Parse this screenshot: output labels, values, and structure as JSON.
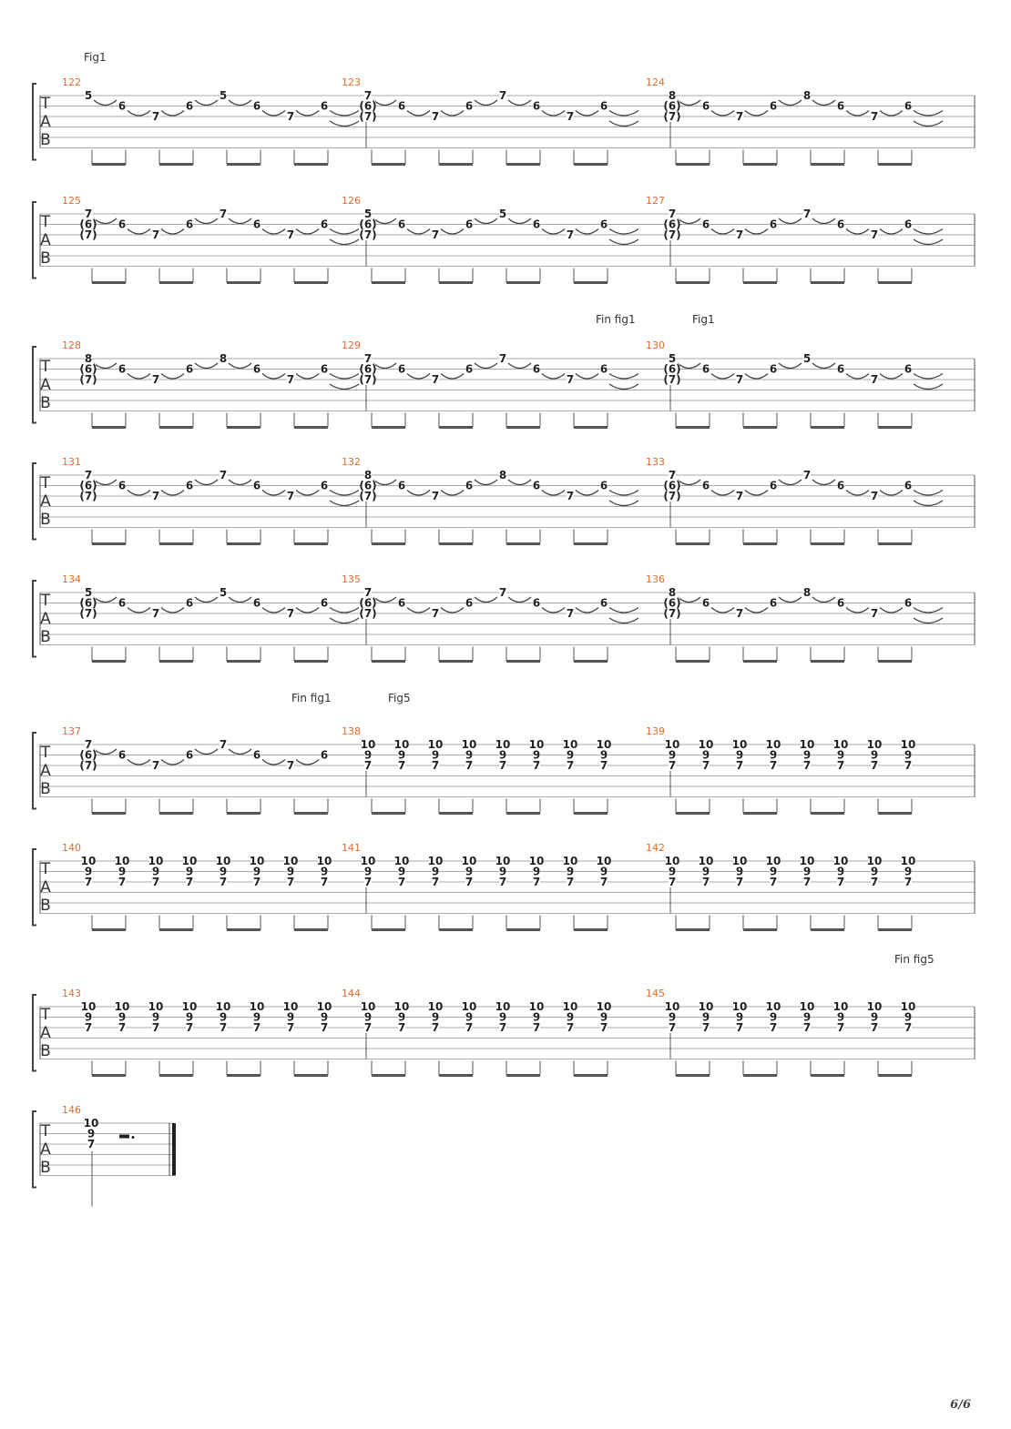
{
  "page": {
    "number": "6/6"
  },
  "tab_letters": [
    "T",
    "A",
    "B"
  ],
  "colors": {
    "measure_number": "#e46a2c",
    "staff_line": "#a8a8a8",
    "text": "#222222"
  },
  "rest_symbol": "half-note-dotted-rest",
  "markers": [
    {
      "text": "Fig1",
      "before_measure": 122
    },
    {
      "text": "Fin fig1",
      "before_measure": 130
    },
    {
      "text": "Fig1",
      "before_measure": 130
    },
    {
      "text": "Fin fig1",
      "before_measure": 138
    },
    {
      "text": "Fig5",
      "before_measure": 138
    },
    {
      "text": "Fin fig5",
      "before_measure": 146
    }
  ],
  "systems": [
    {
      "measures": [
        {
          "number": "122",
          "pattern": "A",
          "top": "5"
        },
        {
          "number": "123",
          "pattern": "A",
          "top": "7",
          "cont": true
        },
        {
          "number": "124",
          "pattern": "A",
          "top": "8",
          "cont": true
        }
      ]
    },
    {
      "measures": [
        {
          "number": "125",
          "pattern": "A",
          "top": "7",
          "cont": true
        },
        {
          "number": "126",
          "pattern": "A",
          "top": "5",
          "cont": true
        },
        {
          "number": "127",
          "pattern": "A",
          "top": "7",
          "cont": true
        }
      ]
    },
    {
      "measures": [
        {
          "number": "128",
          "pattern": "A",
          "top": "8",
          "cont": true
        },
        {
          "number": "129",
          "pattern": "A",
          "top": "7",
          "cont": true
        },
        {
          "number": "130",
          "pattern": "A",
          "top": "5",
          "cont": true
        }
      ]
    },
    {
      "measures": [
        {
          "number": "131",
          "pattern": "A",
          "top": "7",
          "cont": true
        },
        {
          "number": "132",
          "pattern": "A",
          "top": "8",
          "cont": true
        },
        {
          "number": "133",
          "pattern": "A",
          "top": "7",
          "cont": true
        }
      ]
    },
    {
      "measures": [
        {
          "number": "134",
          "pattern": "A",
          "top": "5",
          "cont": true
        },
        {
          "number": "135",
          "pattern": "A",
          "top": "7",
          "cont": true
        },
        {
          "number": "136",
          "pattern": "A",
          "top": "8",
          "cont": true
        }
      ]
    },
    {
      "measures": [
        {
          "number": "137",
          "pattern": "A",
          "top": "7",
          "cont": true,
          "end": true
        },
        {
          "number": "138",
          "pattern": "B"
        },
        {
          "number": "139",
          "pattern": "B"
        }
      ]
    },
    {
      "measures": [
        {
          "number": "140",
          "pattern": "B"
        },
        {
          "number": "141",
          "pattern": "B"
        },
        {
          "number": "142",
          "pattern": "B"
        }
      ]
    },
    {
      "measures": [
        {
          "number": "143",
          "pattern": "B"
        },
        {
          "number": "144",
          "pattern": "B"
        },
        {
          "number": "145",
          "pattern": "B"
        }
      ]
    },
    {
      "measures": [
        {
          "number": "146",
          "pattern": "C"
        }
      ]
    }
  ],
  "pattern_frets": {
    "A_cont": [
      "(6)",
      "(7)"
    ],
    "A_a": [
      "6",
      "7",
      "6"
    ],
    "B": [
      "10",
      "9",
      "7"
    ]
  }
}
